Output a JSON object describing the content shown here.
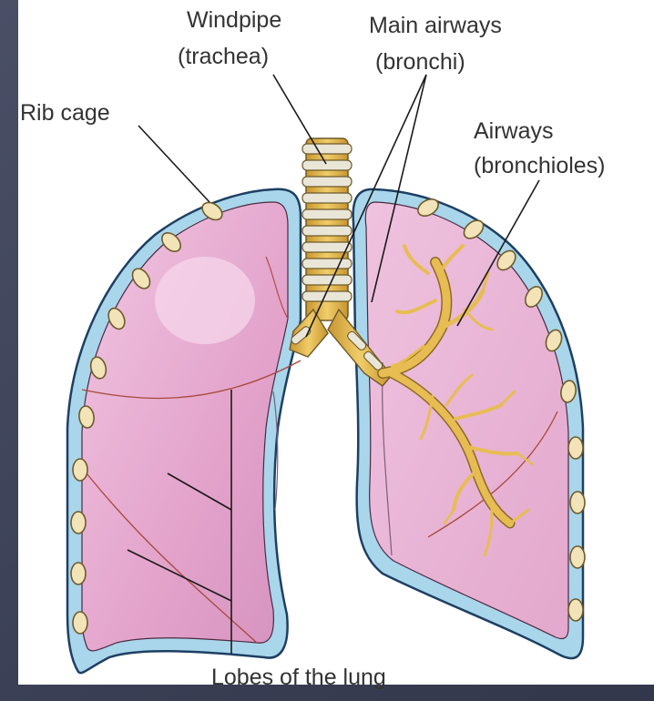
{
  "labels": {
    "windpipe": "Windpipe",
    "windpipe_sub": "(trachea)",
    "main_airways": "Main airways",
    "main_airways_sub": "(bronchi)",
    "rib_cage": "Rib cage",
    "airways": "Airways",
    "airways_sub": "(bronchioles)",
    "lobes": "Lobes of the lung"
  },
  "colors": {
    "background": "#3d4258",
    "lung": "#e8aed2",
    "pleura": "#a9d6ea",
    "pleura_stroke": "#1e3f63",
    "rib": "#f2e4b8",
    "trachea": "#e0b445",
    "bronchiole": "#e7bd53"
  }
}
